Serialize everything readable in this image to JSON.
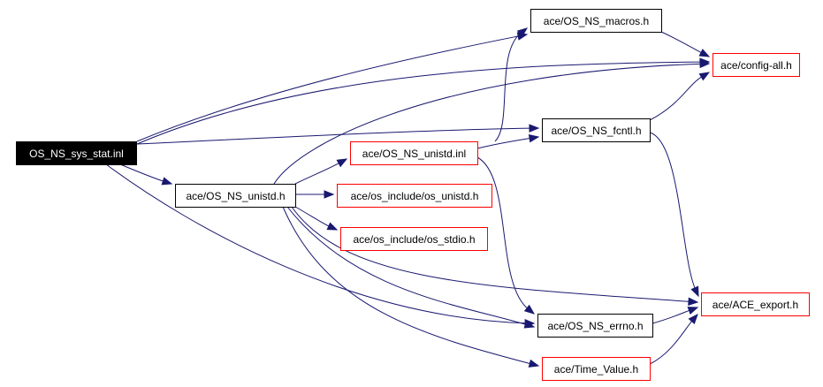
{
  "colors": {
    "edge": "#191970",
    "documented_border": "#000000",
    "undocumented_border": "#ff0000",
    "root_fill": "#000000",
    "root_text": "#ffffff",
    "node_fill": "#ffffff",
    "node_text": "#000000"
  },
  "nodes": [
    {
      "id": "root",
      "label": "OS_NS_sys_stat.inl",
      "kind": "root"
    },
    {
      "id": "macros",
      "label": "ace/OS_NS_macros.h",
      "kind": "documented"
    },
    {
      "id": "config",
      "label": "ace/config-all.h",
      "kind": "undocumented"
    },
    {
      "id": "fcntl",
      "label": "ace/OS_NS_fcntl.h",
      "kind": "documented"
    },
    {
      "id": "unistd_inl",
      "label": "ace/OS_NS_unistd.inl",
      "kind": "undocumented"
    },
    {
      "id": "unistd_h",
      "label": "ace/OS_NS_unistd.h",
      "kind": "documented"
    },
    {
      "id": "os_unistd",
      "label": "ace/os_include/os_unistd.h",
      "kind": "undocumented"
    },
    {
      "id": "os_stdio",
      "label": "ace/os_include/os_stdio.h",
      "kind": "undocumented"
    },
    {
      "id": "ace_export",
      "label": "ace/ACE_export.h",
      "kind": "undocumented"
    },
    {
      "id": "errno",
      "label": "ace/OS_NS_errno.h",
      "kind": "documented"
    },
    {
      "id": "time_value",
      "label": "ace/Time_Value.h",
      "kind": "undocumented"
    }
  ],
  "edges": [
    {
      "from": "root",
      "to": "macros"
    },
    {
      "from": "root",
      "to": "config"
    },
    {
      "from": "root",
      "to": "fcntl"
    },
    {
      "from": "root",
      "to": "unistd_h"
    },
    {
      "from": "root",
      "to": "errno"
    },
    {
      "from": "macros",
      "to": "config"
    },
    {
      "from": "fcntl",
      "to": "config"
    },
    {
      "from": "fcntl",
      "to": "ace_export"
    },
    {
      "from": "unistd_inl",
      "to": "macros"
    },
    {
      "from": "unistd_inl",
      "to": "fcntl"
    },
    {
      "from": "unistd_inl",
      "to": "errno"
    },
    {
      "from": "unistd_h",
      "to": "config"
    },
    {
      "from": "unistd_h",
      "to": "unistd_inl"
    },
    {
      "from": "unistd_h",
      "to": "os_unistd"
    },
    {
      "from": "unistd_h",
      "to": "os_stdio"
    },
    {
      "from": "unistd_h",
      "to": "ace_export"
    },
    {
      "from": "unistd_h",
      "to": "time_value"
    },
    {
      "from": "unistd_h",
      "to": "errno"
    },
    {
      "from": "errno",
      "to": "ace_export"
    },
    {
      "from": "time_value",
      "to": "ace_export"
    }
  ]
}
